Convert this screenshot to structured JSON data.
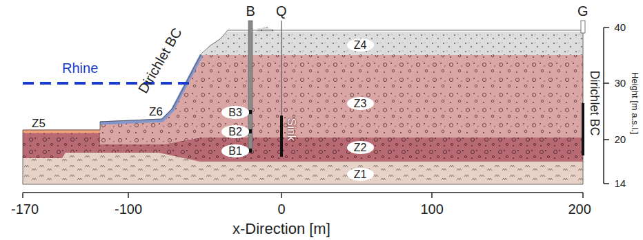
{
  "diagram": {
    "nodes": [
      {
        "text": [
          "Z4"
        ]
      },
      {
        "text": [
          "Z3"
        ]
      },
      {
        "text": [
          "Z2"
        ]
      },
      {
        "text": [
          "Z1"
        ]
      },
      {
        "text": [
          "B3"
        ]
      },
      {
        "text": [
          "B2"
        ]
      },
      {
        "text": [
          "B1"
        ]
      }
    ],
    "labels": [
      "Rhine",
      "Dirichlet BC",
      "Dirichlet BC",
      "Z5",
      "Z6",
      "B",
      "Q",
      "G",
      "Sink",
      "40",
      "30",
      "20",
      "14",
      "Height [m a.s.l.]",
      "-170",
      "-100",
      "0",
      "100",
      "200",
      "x-Direction [m]"
    ]
  }
}
